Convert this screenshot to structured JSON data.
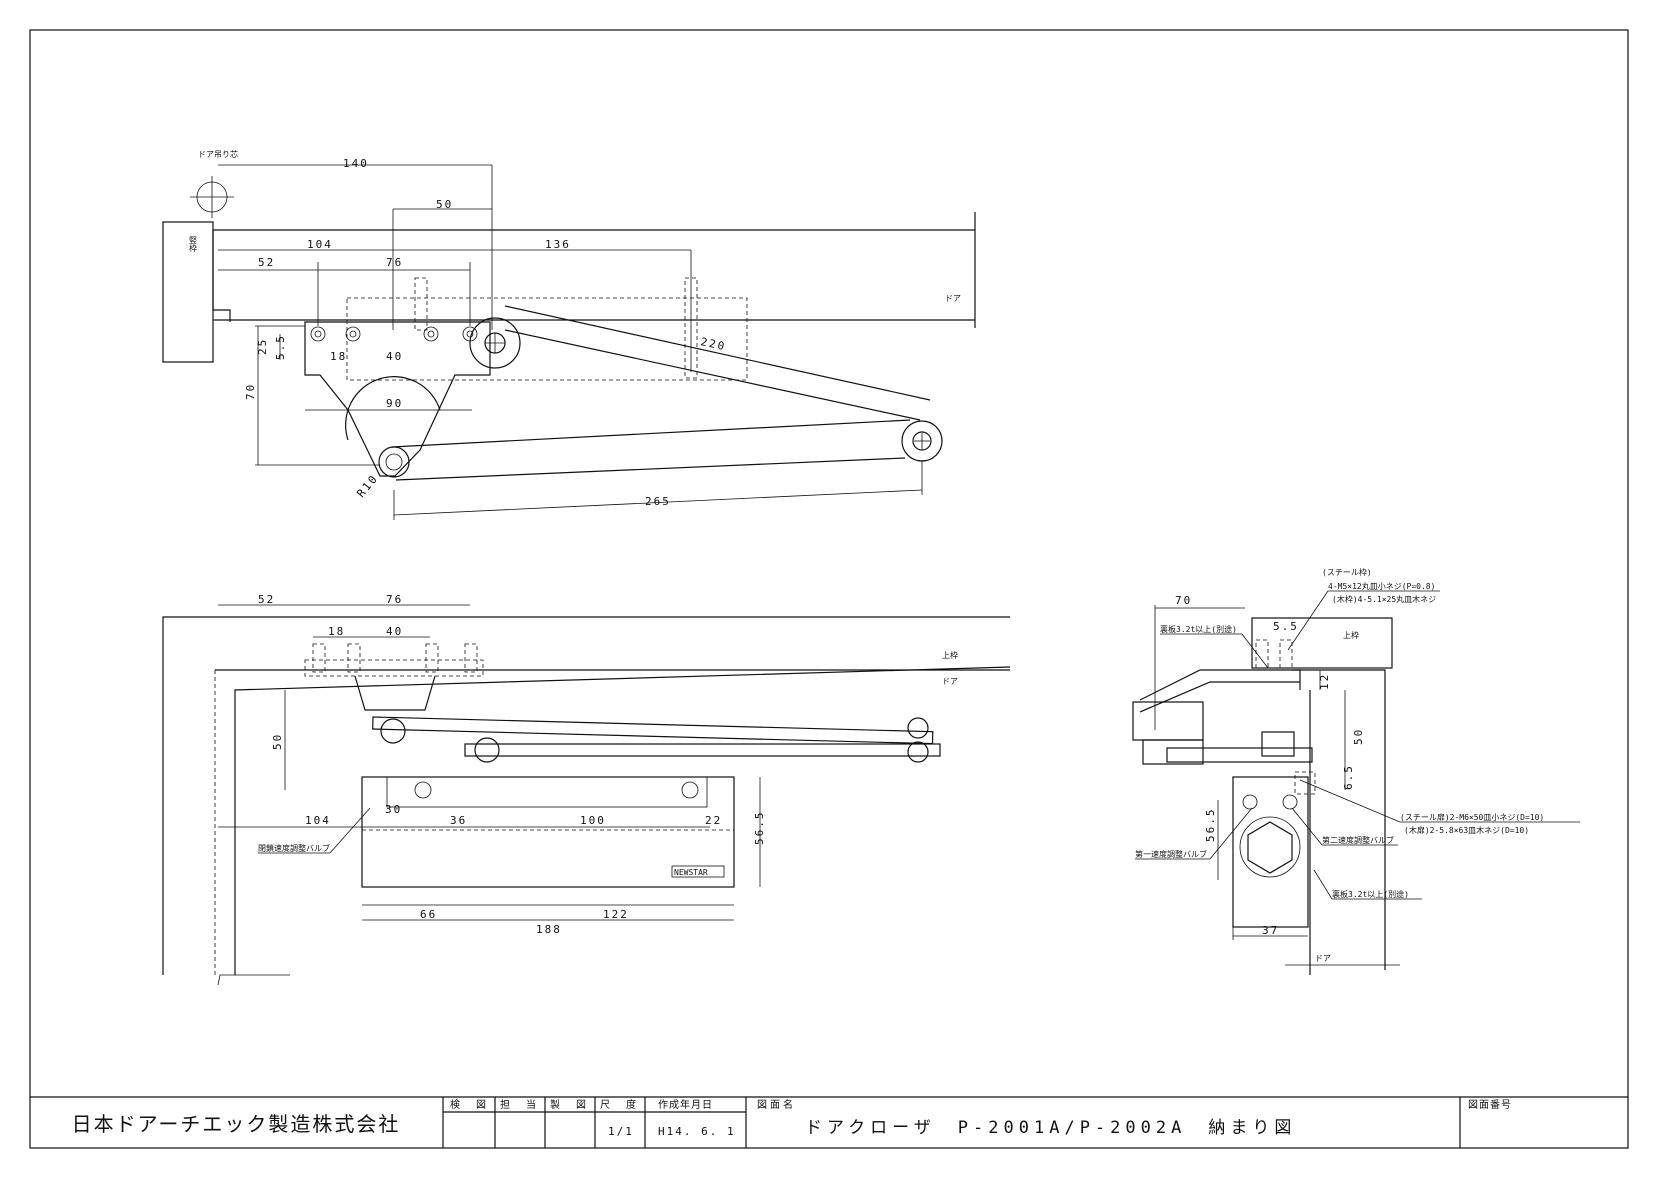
{
  "title_block": {
    "company": "日本ドアーチエック製造株式会社",
    "headers": [
      "検　図",
      "担　当",
      "製　図",
      "尺　度",
      "作成年月日",
      "図面名",
      "図面番号"
    ],
    "scale": "1/1",
    "date": "H14. 6. 1",
    "drawing_name": "ドアクローザ　P-2001A/P-2002A　納まり図",
    "drawing_number": ""
  },
  "top_view": {
    "labels": {
      "hinge_center": "ドア吊り芯",
      "vertical_frame": "竪枠",
      "door": "ドア"
    },
    "dims": [
      "140",
      "50",
      "104",
      "136",
      "52",
      "76",
      "25",
      "5.5",
      "18",
      "40",
      "220",
      "70",
      "90",
      "R10",
      "265"
    ]
  },
  "front_view": {
    "labels": {
      "upper_frame": "上枠",
      "door": "ドア",
      "valve": "閉鎖速度調整バルブ",
      "brand": "NEWSTAR"
    },
    "dims": [
      "52",
      "76",
      "18",
      "40",
      "50",
      "104",
      "30",
      "36",
      "100",
      "22",
      "56.5",
      "66",
      "122",
      "188"
    ]
  },
  "side_view": {
    "labels": {
      "steel_frame_hdr": "(スチール枠)",
      "screw_steel_frame": "4-M5×12丸皿小ネジ(P=0.8)",
      "screw_wood_frame": "(木枠)4-5.1×25丸皿木ネジ",
      "reinforce_top": "裏板3.2t以上(別途)",
      "upper_frame": "上枠",
      "screw_steel_door": "(スチール扉)2-M6×50皿小ネジ(D=10)",
      "screw_wood_door": "(木扉)2-5.8×63皿木ネジ(D=10)",
      "valve1": "第一速度調整バルブ",
      "valve2": "第二速度調整バルブ",
      "reinforce_bottom": "裏板3.2t以上(別途)",
      "door": "ドア"
    },
    "dims": [
      "70",
      "5.5",
      "12",
      "50",
      "6.5",
      "56.5",
      "37"
    ]
  }
}
